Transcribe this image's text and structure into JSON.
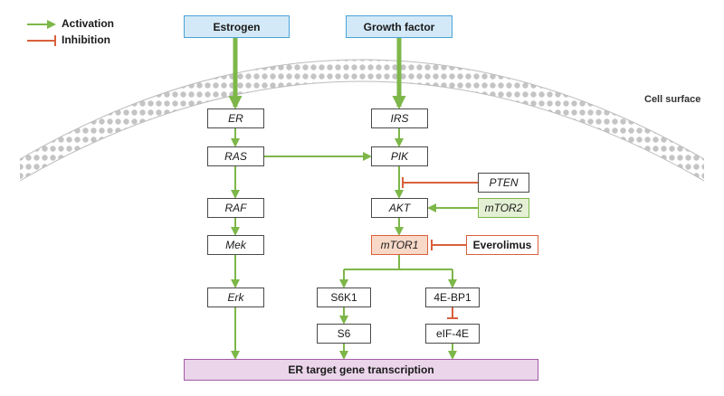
{
  "legend": {
    "activation": "Activation",
    "inhibition": "Inhibition"
  },
  "cell_surface_label": "Cell surface",
  "nodes": {
    "estrogen": "Estrogen",
    "growth_factor": "Growth factor",
    "er": "ER",
    "ras": "RAS",
    "raf": "RAF",
    "mek": "Mek",
    "erk": "Erk",
    "irs": "IRS",
    "pik": "PIK",
    "pten": "PTEN",
    "akt": "AKT",
    "mtor2": "mTOR2",
    "mtor1": "mTOR1",
    "everolimus": "Everolimus",
    "s6k1": "S6K1",
    "s6": "S6",
    "4ebp1": "4E-BP1",
    "eif4e": "eIF-4E",
    "transcription": "ER target gene transcription"
  },
  "colors": {
    "activation": "#7db749",
    "inhibition": "#d9603b",
    "signal_box_fill": "#d3e9f7",
    "signal_box_border": "#4aa3d6",
    "mtor2_fill": "#e4f0d4",
    "mtor2_border": "#7db749",
    "mtor1_fill": "#f8d9c8",
    "mtor1_border": "#d9603b",
    "everolimus_border": "#d9603b",
    "transcription_fill": "#ead5ea",
    "transcription_border": "#a35aa6",
    "membrane": "#cfcfcf"
  }
}
